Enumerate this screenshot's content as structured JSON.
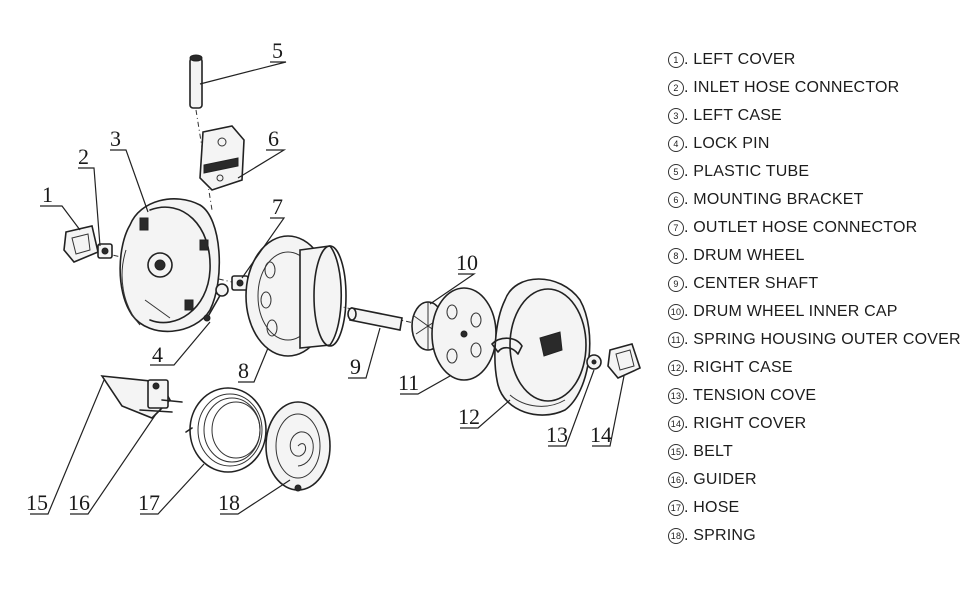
{
  "callouts": [
    "1",
    "2",
    "3",
    "4",
    "5",
    "6",
    "7",
    "8",
    "9",
    "10",
    "11",
    "12",
    "13",
    "14",
    "15",
    "16",
    "17",
    "18"
  ],
  "legend": [
    {
      "num": "1",
      "label": ". LEFT COVER"
    },
    {
      "num": "2",
      "label": ". INLET HOSE CONNECTOR"
    },
    {
      "num": "3",
      "label": ". LEFT CASE"
    },
    {
      "num": "4",
      "label": ". LOCK PIN"
    },
    {
      "num": "5",
      "label": ". PLASTIC TUBE"
    },
    {
      "num": "6",
      "label": ". MOUNTING BRACKET"
    },
    {
      "num": "7",
      "label": ". OUTLET HOSE CONNECTOR"
    },
    {
      "num": "8",
      "label": ". DRUM WHEEL"
    },
    {
      "num": "9",
      "label": ". CENTER SHAFT"
    },
    {
      "num": "10",
      "label": ". DRUM WHEEL INNER CAP"
    },
    {
      "num": "11",
      "label": ". SPRING HOUSING OUTER COVER"
    },
    {
      "num": "12",
      "label": ". RIGHT CASE"
    },
    {
      "num": "13",
      "label": ". TENSION COVE"
    },
    {
      "num": "14",
      "label": ". RIGHT COVER"
    },
    {
      "num": "15",
      "label": ". BELT"
    },
    {
      "num": "16",
      "label": ". GUIDER"
    },
    {
      "num": "17",
      "label": ". HOSE"
    },
    {
      "num": "18",
      "label": ". SPRING"
    }
  ]
}
